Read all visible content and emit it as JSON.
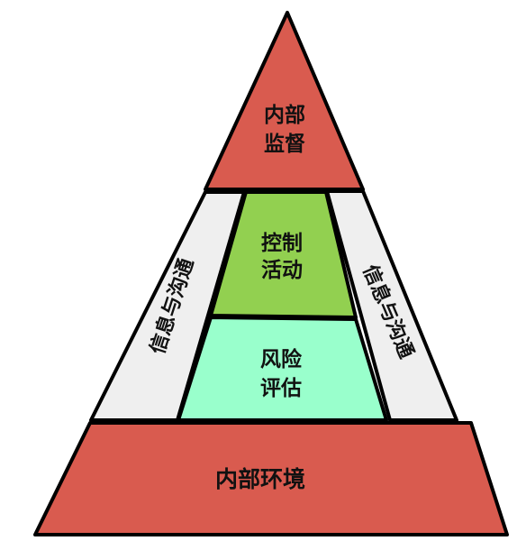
{
  "pyramid": {
    "top": {
      "line1": "内部",
      "line2": "监督",
      "color": "#d95b4f"
    },
    "control": {
      "line1": "控制",
      "line2": "活动",
      "color": "#92d050"
    },
    "risk": {
      "line1": "风险",
      "line2": "评估",
      "color": "#99ffcc"
    },
    "side_left": {
      "label": "信息与沟通",
      "color": "#efefef"
    },
    "side_right": {
      "label": "信息与沟通",
      "color": "#efefef"
    },
    "base": {
      "label": "内部环境",
      "color": "#d95b4f"
    }
  }
}
